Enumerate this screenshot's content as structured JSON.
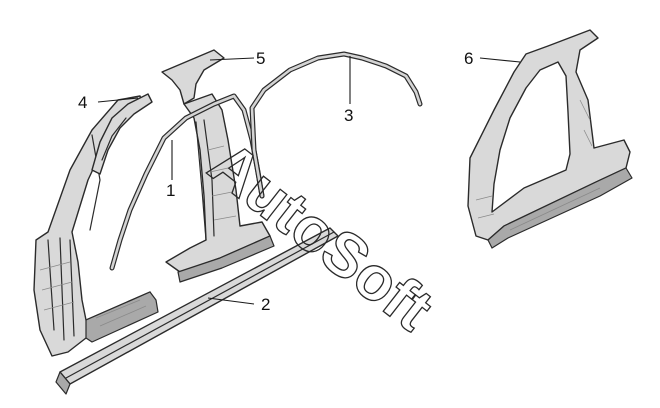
{
  "callouts": [
    {
      "id": "1",
      "label": "1"
    },
    {
      "id": "2",
      "label": "2"
    },
    {
      "id": "3",
      "label": "3"
    },
    {
      "id": "4",
      "label": "4"
    },
    {
      "id": "5",
      "label": "5"
    },
    {
      "id": "6",
      "label": "6"
    }
  ],
  "watermark": "AutoSoft",
  "colors": {
    "stroke": "#2b2b2b",
    "fill": "#d9d9d9",
    "background": "#ffffff"
  }
}
